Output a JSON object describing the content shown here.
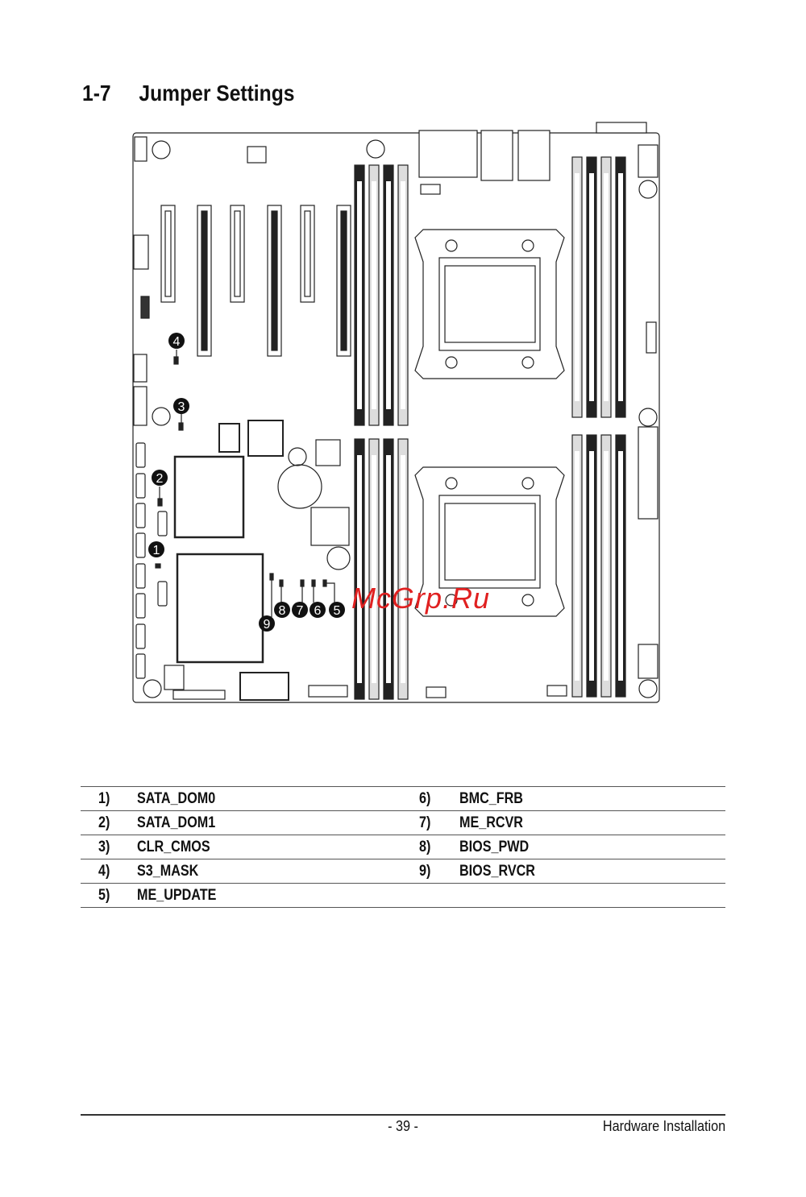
{
  "heading": {
    "number": "1-7",
    "title": "Jumper Settings"
  },
  "diagram": {
    "markers": [
      "1",
      "2",
      "3",
      "4",
      "5",
      "6",
      "7",
      "8",
      "9"
    ],
    "watermark": "McGrp.Ru"
  },
  "jumpers": [
    {
      "num": "1)",
      "name": "SATA_DOM0"
    },
    {
      "num": "2)",
      "name": "SATA_DOM1"
    },
    {
      "num": "3)",
      "name": "CLR_CMOS"
    },
    {
      "num": "4)",
      "name": "S3_MASK"
    },
    {
      "num": "5)",
      "name": "ME_UPDATE"
    },
    {
      "num": "6)",
      "name": "BMC_FRB"
    },
    {
      "num": "7)",
      "name": "ME_RCVR"
    },
    {
      "num": "8)",
      "name": "BIOS_PWD"
    },
    {
      "num": "9)",
      "name": "BIOS_RVCR"
    }
  ],
  "footer": {
    "page": "- 39 -",
    "section": "Hardware Installation"
  }
}
